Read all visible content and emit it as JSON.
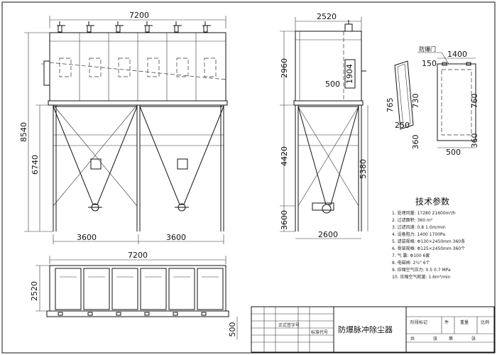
{
  "front_view": {
    "width_dim": "7200",
    "height_total": "8540",
    "height_lower": "6740",
    "hopper_width_left": "3600",
    "hopper_width_right": "3600"
  },
  "side_view": {
    "width_dim": "2520",
    "height_upper": "2960",
    "height_hopper": "4420",
    "height_total": "5380",
    "height_leg": "3600",
    "flange_offset": "500",
    "door_size": "1904",
    "leg_span": "2600"
  },
  "door_detail": {
    "label": "防爆门",
    "top_dim": "1400",
    "corner_dim": "150",
    "left_dim": "765",
    "inner_height": "730",
    "outer_height": "760",
    "hinge_dim": "250",
    "bottom_small": "360",
    "bottom_width": "500"
  },
  "plan_view": {
    "width_dim": "7200",
    "depth_dim": "2520",
    "flange_dim": "500"
  },
  "tech_params": {
    "heading": "技术参数",
    "items": [
      "1.  处理风量:  17280 21600m³/h",
      "2.  过滤面积:  360 m²",
      "3.  过滤风速:  0.8 1.0m/min",
      "4.  设备阻力:  1400 1700Pa",
      "5.  滤袋规格:  Φ130×2450mm   360条",
      "6.  骨架规格:  Φ125×2450mm   360个",
      "7.  气    囊:  Φ100    6套",
      "8.  电磁阀:  2½\"    6个",
      "9.  压缩空气压力:  0.5 0.7 MPa",
      "10. 压缩空气耗量:  1.6m³/min"
    ]
  },
  "title_block": {
    "drawing_name": "防爆脉冲除尘器",
    "header_left_a": "正式签字号",
    "header_left_b": "标准代号",
    "right_cells": [
      "阶段标记",
      "件",
      "重量",
      "比例"
    ],
    "bottom_cells": [
      "共",
      "张",
      "第",
      "张"
    ]
  }
}
